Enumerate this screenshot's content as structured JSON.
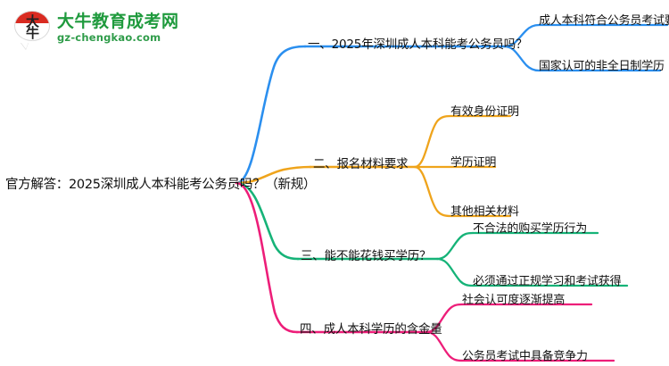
{
  "logo": {
    "mark_char_1": "大",
    "mark_char_2": "牛",
    "title": "大牛教育成考网",
    "domain": "gz-chengkao.com"
  },
  "mindmap": {
    "root": {
      "label": "官方解答：2025深圳成人本科能考公务员吗？（新规）"
    },
    "branches": [
      {
        "label": "一、2025年深圳成人本科能考公务员吗？",
        "color": "#2B8FEF",
        "children": [
          {
            "label": "成人本科符合公务员考试要求"
          },
          {
            "label": "国家认可的非全日制学历"
          }
        ]
      },
      {
        "label": "二、报名材料要求",
        "color": "#EFA41C",
        "children": [
          {
            "label": "有效身份证明"
          },
          {
            "label": "学历证明"
          },
          {
            "label": "其他相关材料"
          }
        ]
      },
      {
        "label": "三、能不能花钱买学历？",
        "color": "#16B378",
        "children": [
          {
            "label": "不合法的购买学历行为"
          },
          {
            "label": "必须通过正规学习和考试获得"
          }
        ]
      },
      {
        "label": "四、成人本科学历的含金量",
        "color": "#ED1E79",
        "children": [
          {
            "label": "社会认可度逐渐提高"
          },
          {
            "label": "公务员考试中具备竞争力"
          }
        ]
      }
    ]
  }
}
